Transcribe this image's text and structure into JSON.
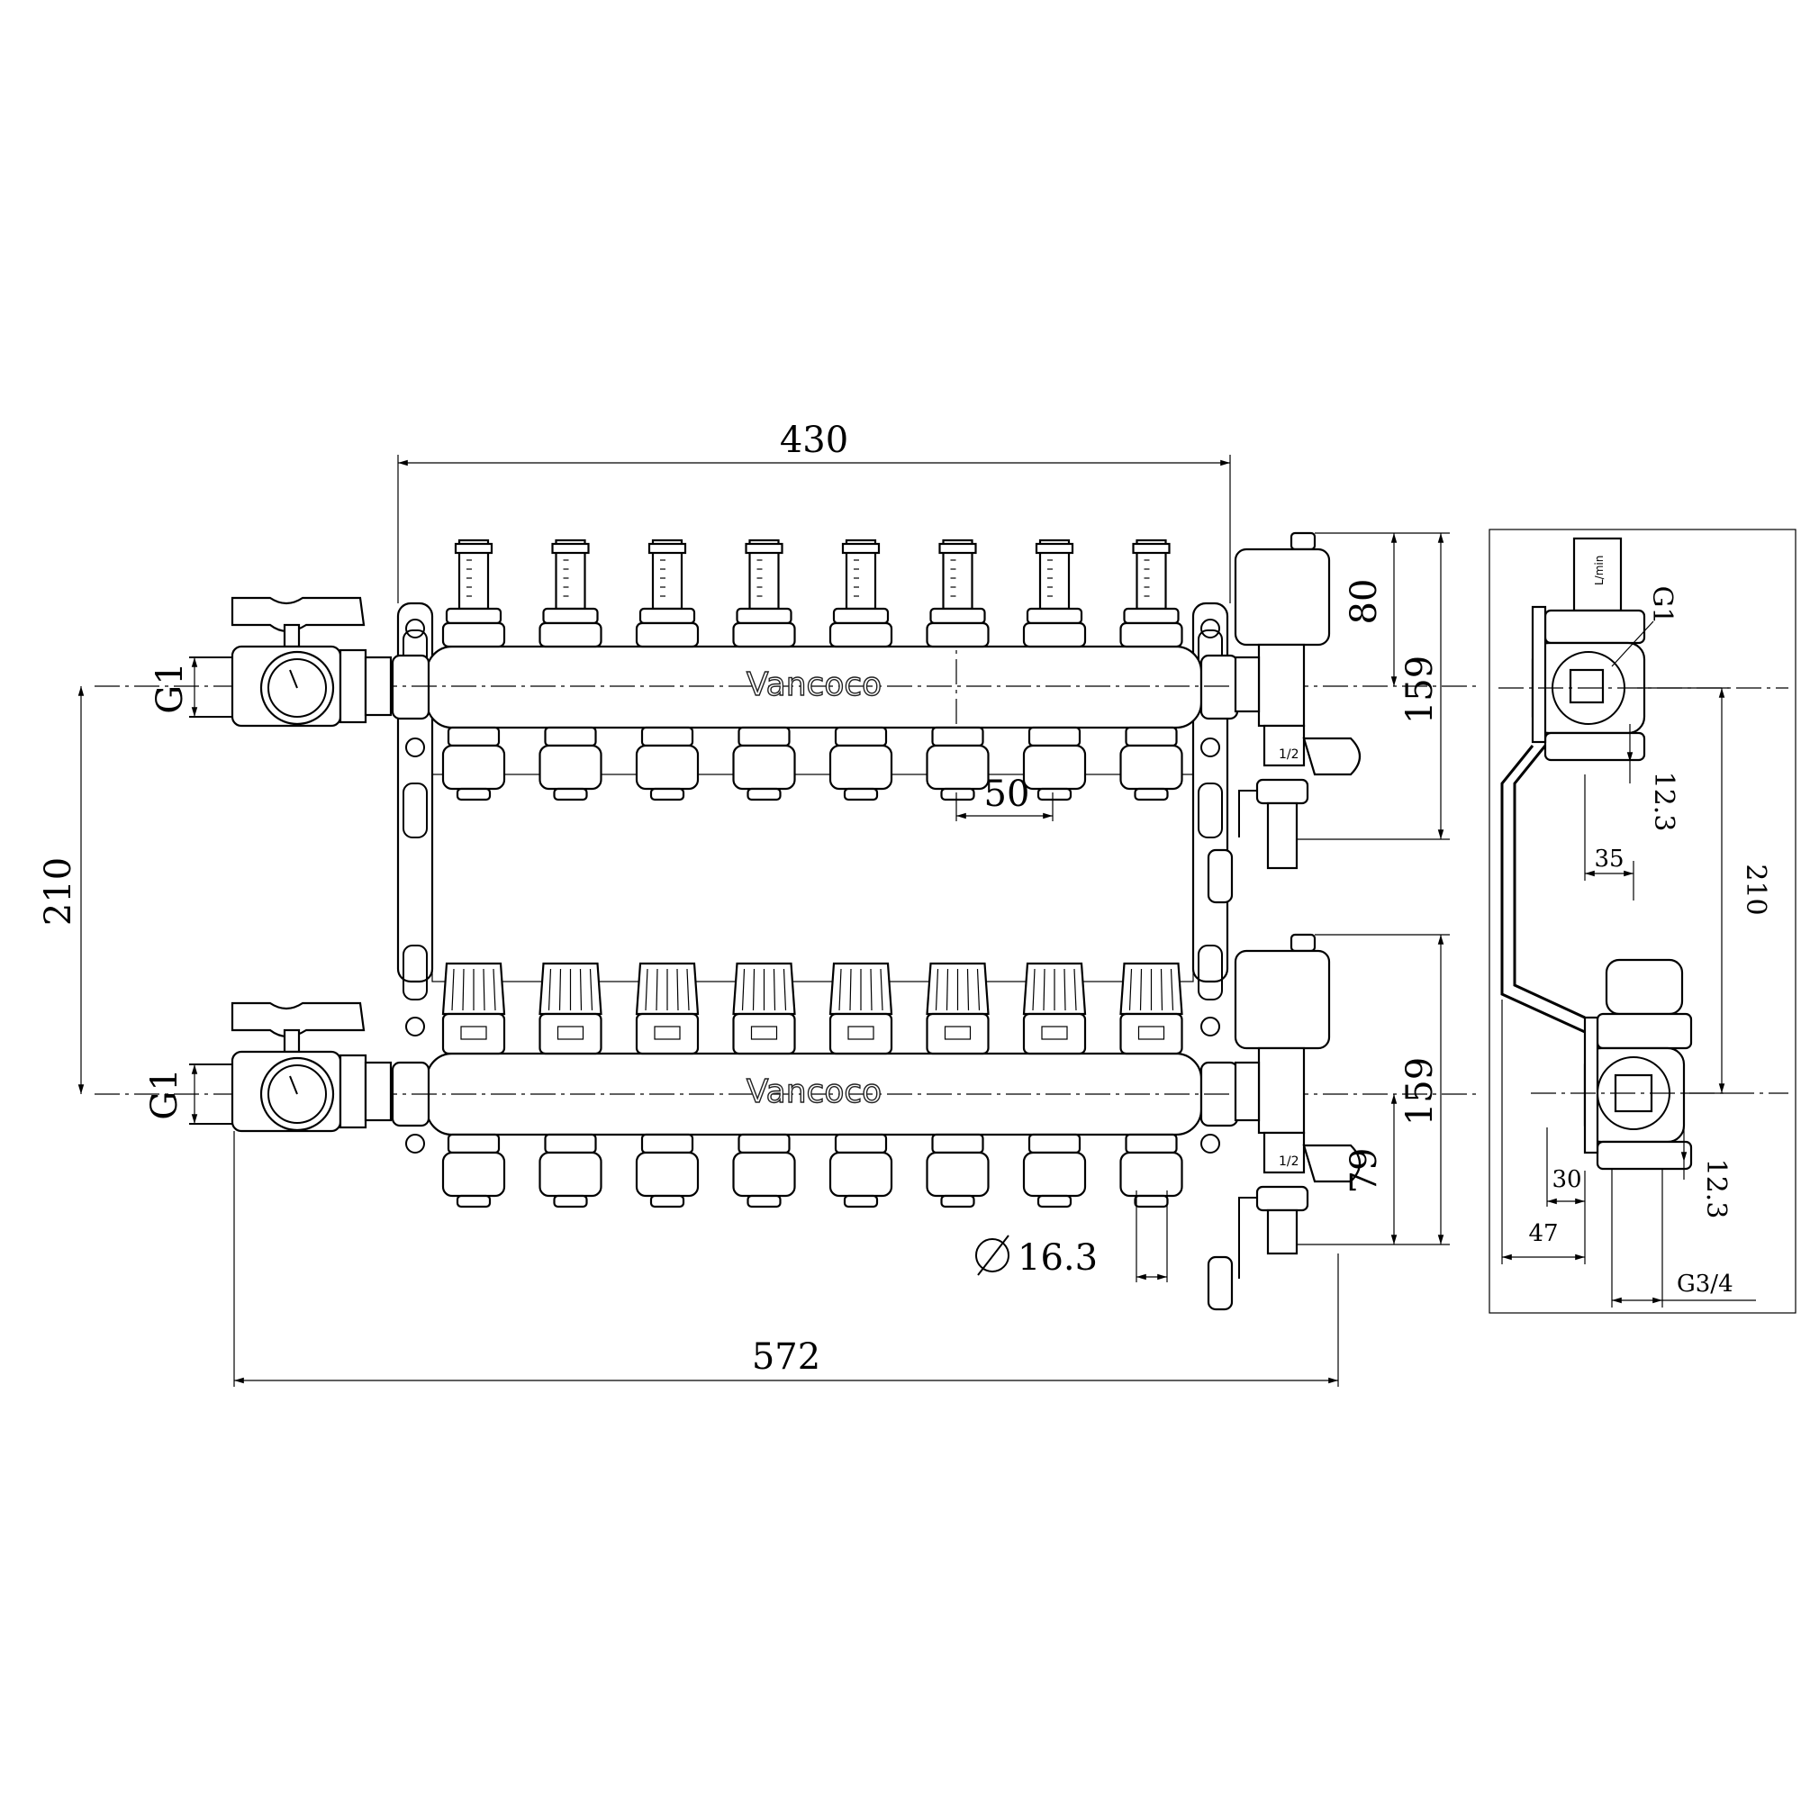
{
  "brand": "Vancoco",
  "circuits": 8,
  "front_view": {
    "width_label": "430",
    "overall_width_label": "572",
    "spacing_label": "50",
    "pipe_diameter_label": "16.3",
    "inlet_thread_top": "G1",
    "inlet_thread_bottom": "G1",
    "bar_spacing_label": "210",
    "vent_height_label": "80",
    "top_bar_height_label": "159",
    "bottom_bar_height_label": "159",
    "bottom_drain_label": "79",
    "flowmeter_unit": "L/min",
    "valve_size_label": "1/2"
  },
  "side_view": {
    "thread_top": "G1",
    "offset_top": "12.3",
    "depth_label": "35",
    "bar_spacing_label": "210",
    "depth_bottom_label": "30",
    "total_depth_label": "47",
    "offset_bottom": "12.3",
    "outlet_thread": "G3/4"
  }
}
